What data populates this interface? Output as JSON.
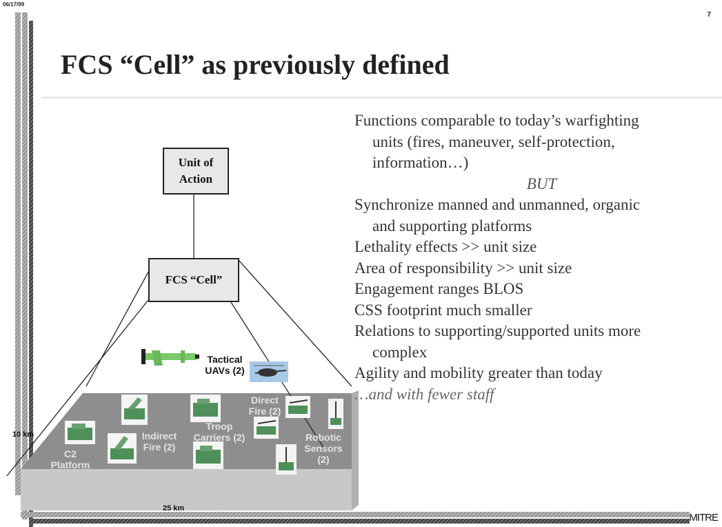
{
  "header": {
    "date": "06/17/99",
    "page_number": "7"
  },
  "title": "FCS “Cell” as previously defined",
  "diagram": {
    "unit_of_action": "Unit of Action",
    "fcs_cell": "FCS “Cell”",
    "tactical_uavs": "Tactical UAVs (2)",
    "direct_fire": "Direct Fire (2)",
    "troop_carriers": "Troop Carriers (2)",
    "indirect_fire": "Indirect Fire (2)",
    "c2_platform": "C2 Platform",
    "robotic_sensors": "Robotic Sensors (2)",
    "depth_label": "10 km",
    "width_label": "25 km"
  },
  "bullets": {
    "b1_line1": "Functions comparable to today’s warfighting",
    "b1_line2": "units (fires, maneuver, self-protection,",
    "b1_line3": "information…)",
    "but": "BUT",
    "b2_line1": "Synchronize manned and unmanned, organic",
    "b2_line2": "and supporting platforms",
    "b3": "Lethality effects >> unit size",
    "b4": "Area of responsibility >> unit size",
    "b5": "Engagement ranges BLOS",
    "b6": "CSS footprint much smaller",
    "b7_line1": "Relations to supporting/supported units more",
    "b7_line2": "complex",
    "b8": "Agility and mobility greater than today",
    "tail": "…and with fewer staff"
  },
  "footer": {
    "org": "MITRE"
  }
}
